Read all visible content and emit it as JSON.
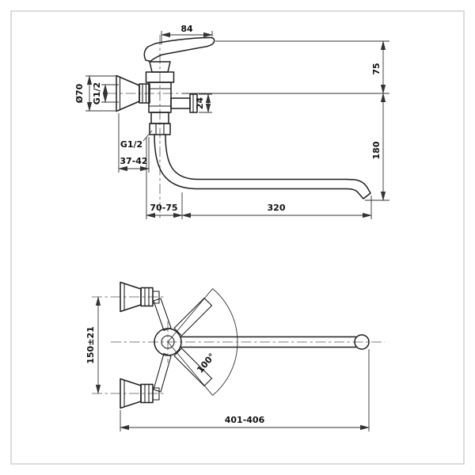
{
  "drawing": {
    "side_view": {
      "handle_width": "84",
      "height_top": "75",
      "diverter_size": "24",
      "spout_drop": "180",
      "flange_diameter": "Ø70",
      "inlet_thread": "G1/2",
      "spout_thread": "G1/2",
      "eccentric_range": "37-42",
      "wall_to_axis": "70-75",
      "spout_reach": "320"
    },
    "plan_view": {
      "inlet_spacing": "150±21",
      "swivel_angle": "100°",
      "overall_length": "401-406"
    }
  }
}
